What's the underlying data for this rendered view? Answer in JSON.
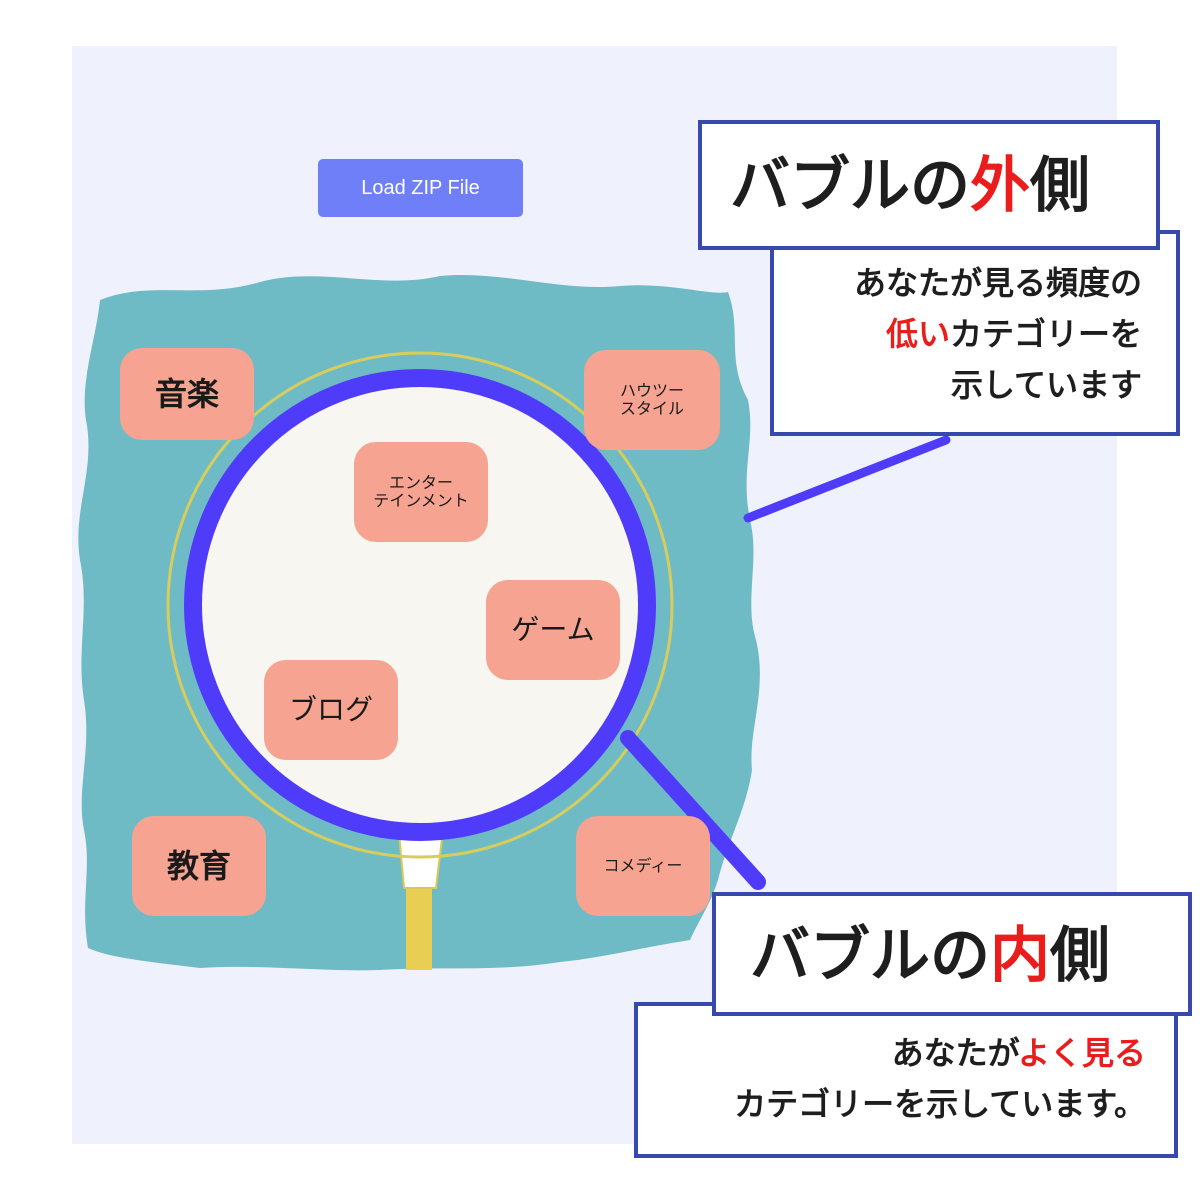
{
  "toolbar": {
    "load_label": "Load ZIP File"
  },
  "colors": {
    "panel": "#eff1fd",
    "button": "#6e7ff7",
    "outer_area": "#6fbbc5",
    "inner_bubble": "#f8f6f0",
    "ring": "#4f3cfb",
    "tag": "#f6a391",
    "callout_border": "#3849ad",
    "highlight": "#ea1c1c"
  },
  "bubble": {
    "outside_tags": [
      {
        "label": "音楽"
      },
      {
        "label": "ハウツー\nスタイル"
      },
      {
        "label": "教育"
      },
      {
        "label": "コメディー"
      }
    ],
    "inside_tags": [
      {
        "label": "エンター\nテインメント"
      },
      {
        "label": "ゲーム"
      },
      {
        "label": "ブログ"
      }
    ]
  },
  "callouts": {
    "outer": {
      "title_pre": "バブルの",
      "title_accent": "外",
      "title_post": "側",
      "line1": "あなたが見る頻度の",
      "line2_accent": "低い",
      "line2_rest": "カテゴリーを",
      "line3": "示しています"
    },
    "inner": {
      "title_pre": "バブルの",
      "title_accent": "内",
      "title_post": "側",
      "line1_pre": "あなたが",
      "line1_accent": "よく見る",
      "line2": "カテゴリーを示しています。"
    }
  }
}
